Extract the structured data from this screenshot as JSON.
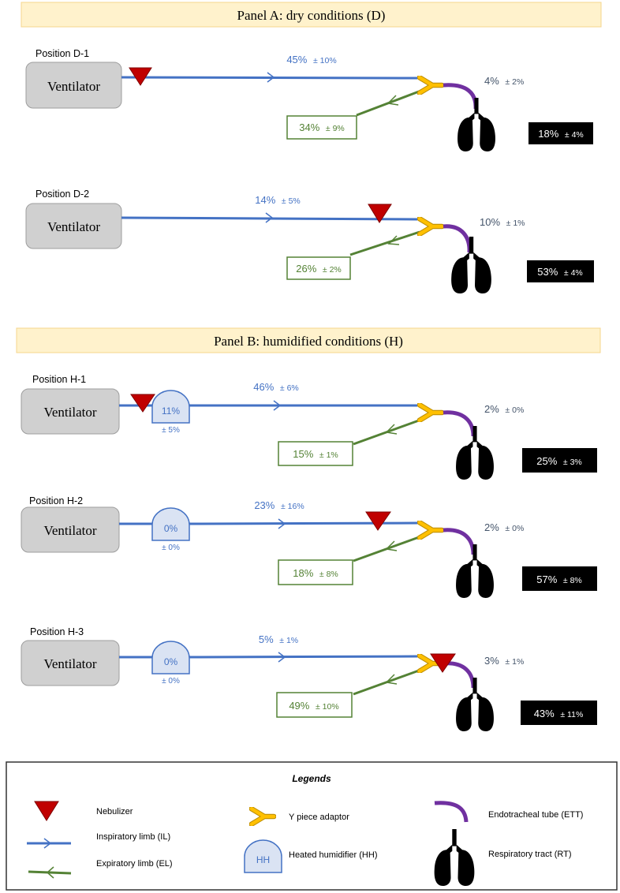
{
  "colors": {
    "inspiratory": "#4472C4",
    "expiratory": "#548235",
    "nebulizer": "#C00000",
    "ett": "#7030A0",
    "y_piece": "#FFC000",
    "panel_header_bg": "#FFF2CC",
    "panel_header_border": "#F4D58D",
    "ventilator_fill": "#D0D0D0",
    "humidifier_fill": "#DAE3F3",
    "lung": "#000000",
    "ett_value_text": "#44546A"
  },
  "icons": {
    "nebulizer": "nebulizer-triangle-icon",
    "y_piece": "y-piece-adaptor-icon",
    "ett": "endotracheal-tube-icon",
    "lungs": "lungs-icon",
    "humidifier": "heated-humidifier-icon",
    "inspiratory_arrow": "right-arrow-icon",
    "expiratory_arrow": "left-arrow-icon"
  },
  "panel_a": {
    "title": "Panel A: dry conditions (D)"
  },
  "panel_b": {
    "title": "Panel B: humidified conditions (H)"
  },
  "positions": [
    {
      "label": "Position D-1",
      "ventilator": "Ventilator",
      "nebulizer_at": "ventilator",
      "humidifier": null,
      "inspiratory": {
        "value": "45%",
        "sd": "± 10%"
      },
      "expiratory": {
        "value": "34%",
        "sd": "± 9%"
      },
      "ett": {
        "value": "4%",
        "sd": "± 2%"
      },
      "respiratory": {
        "value": "18%",
        "sd": "± 4%"
      }
    },
    {
      "label": "Position D-2",
      "ventilator": "Ventilator",
      "nebulizer_at": "y-piece",
      "humidifier": null,
      "inspiratory": {
        "value": "14%",
        "sd": "± 5%"
      },
      "expiratory": {
        "value": "26%",
        "sd": "± 2%"
      },
      "ett": {
        "value": "10%",
        "sd": "± 1%"
      },
      "respiratory": {
        "value": "53%",
        "sd": "± 4%"
      }
    },
    {
      "label": "Position H-1",
      "ventilator": "Ventilator",
      "nebulizer_at": "ventilator",
      "humidifier": {
        "value": "11%",
        "sd": "± 5%"
      },
      "inspiratory": {
        "value": "46%",
        "sd": "± 6%"
      },
      "expiratory": {
        "value": "15%",
        "sd": "± 1%"
      },
      "ett": {
        "value": "2%",
        "sd": "± 0%"
      },
      "respiratory": {
        "value": "25%",
        "sd": "± 3%"
      }
    },
    {
      "label": "Position H-2",
      "ventilator": "Ventilator",
      "nebulizer_at": "y-piece",
      "humidifier": {
        "value": "0%",
        "sd": "± 0%"
      },
      "inspiratory": {
        "value": "23%",
        "sd": "± 16%"
      },
      "expiratory": {
        "value": "18%",
        "sd": "± 8%"
      },
      "ett": {
        "value": "2%",
        "sd": "± 0%"
      },
      "respiratory": {
        "value": "57%",
        "sd": "± 8%"
      }
    },
    {
      "label": "Position H-3",
      "ventilator": "Ventilator",
      "nebulizer_at": "ett",
      "humidifier": {
        "value": "0%",
        "sd": "± 0%"
      },
      "inspiratory": {
        "value": "5%",
        "sd": "± 1%"
      },
      "expiratory": {
        "value": "49%",
        "sd": "± 10%"
      },
      "ett": {
        "value": "3%",
        "sd": "± 1%"
      },
      "respiratory": {
        "value": "43%",
        "sd": "± 11%"
      }
    }
  ],
  "legend": {
    "title": "Legends",
    "nebulizer": "Nebulizer",
    "inspiratory": "Inspiratory limb (IL)",
    "expiratory": "Expiratory limb (EL)",
    "y_piece": "Y piece adaptor",
    "humidifier": "Heated humidifier (HH)",
    "humidifier_icon_text": "HH",
    "ett": "Endotracheal tube (ETT)",
    "respiratory": "Respiratory tract (RT)"
  }
}
